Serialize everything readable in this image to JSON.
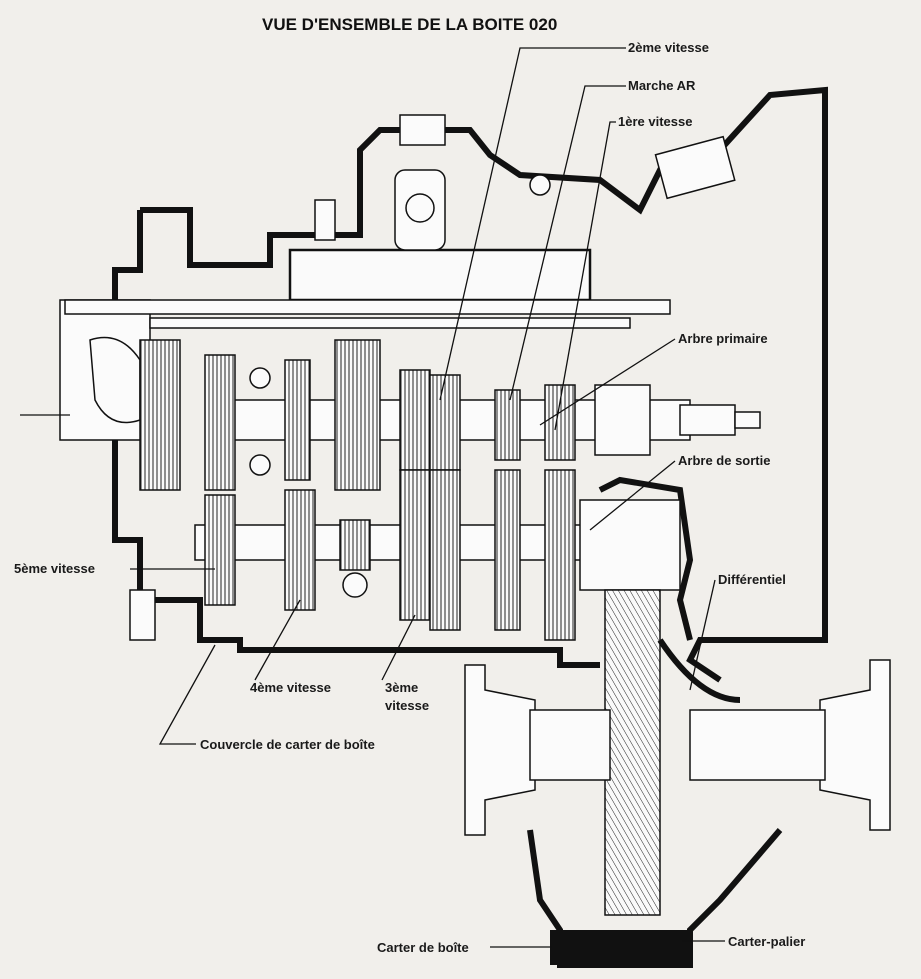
{
  "title": "VUE D'ENSEMBLE DE LA BOITE 020",
  "labels": {
    "second_gear": "2ème vitesse",
    "reverse": "Marche AR",
    "first_gear": "1ère vitesse",
    "input_shaft": "Arbre primaire",
    "output_shaft": "Arbre de sortie",
    "differential": "Différentiel",
    "fifth_gear": "5ème vitesse",
    "fourth_gear": "4ème vitesse",
    "third_gear_line1": "3ème",
    "third_gear_line2": "vitesse",
    "cover": "Couvercle de carter de boîte",
    "gearbox_housing": "Carter de boîte",
    "bearing_housing": "Carter-palier"
  }
}
